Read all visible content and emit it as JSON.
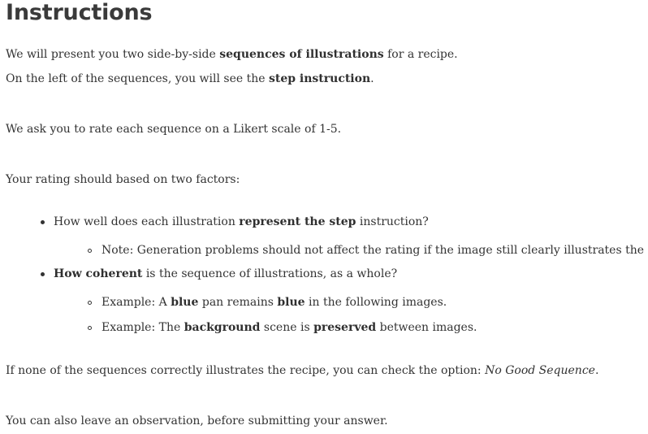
{
  "title": "Instructions",
  "intro": {
    "line1": {
      "a": "We will present you two side-by-side ",
      "b": "sequences of illustrations",
      "c": " for a recipe."
    },
    "line2": {
      "a": "On the left of the sequences, you will see the ",
      "b": "step instruction",
      "c": "."
    }
  },
  "likert_text": "We ask you to rate each sequence on a Likert scale of 1-5.",
  "factors_intro": "Your rating should based on two factors:",
  "factors": [
    {
      "a": "How well does each illustration ",
      "b": "represent the step",
      "c": " instruction?",
      "sub": [
        {
          "a": "Note: Generation problems should not affect the rating if the image still clearly illustrates the step."
        }
      ]
    },
    {
      "b": "How coherent",
      "c": " is the sequence of illustrations, as a whole?",
      "sub": [
        {
          "a": "Example: A ",
          "b": "blue",
          "c": " pan remains ",
          "d": "blue",
          "e": " in the following images."
        },
        {
          "a": "Example: The ",
          "b": "background",
          "c": " scene is ",
          "d": "preserved",
          "e": " between images."
        }
      ]
    }
  ],
  "no_good": {
    "a": "If none of the sequences correctly illustrates the recipe, you can check the option: ",
    "b": "No Good Sequence",
    "c": "."
  },
  "observation_text": "You can also leave an observation, before submitting your answer."
}
